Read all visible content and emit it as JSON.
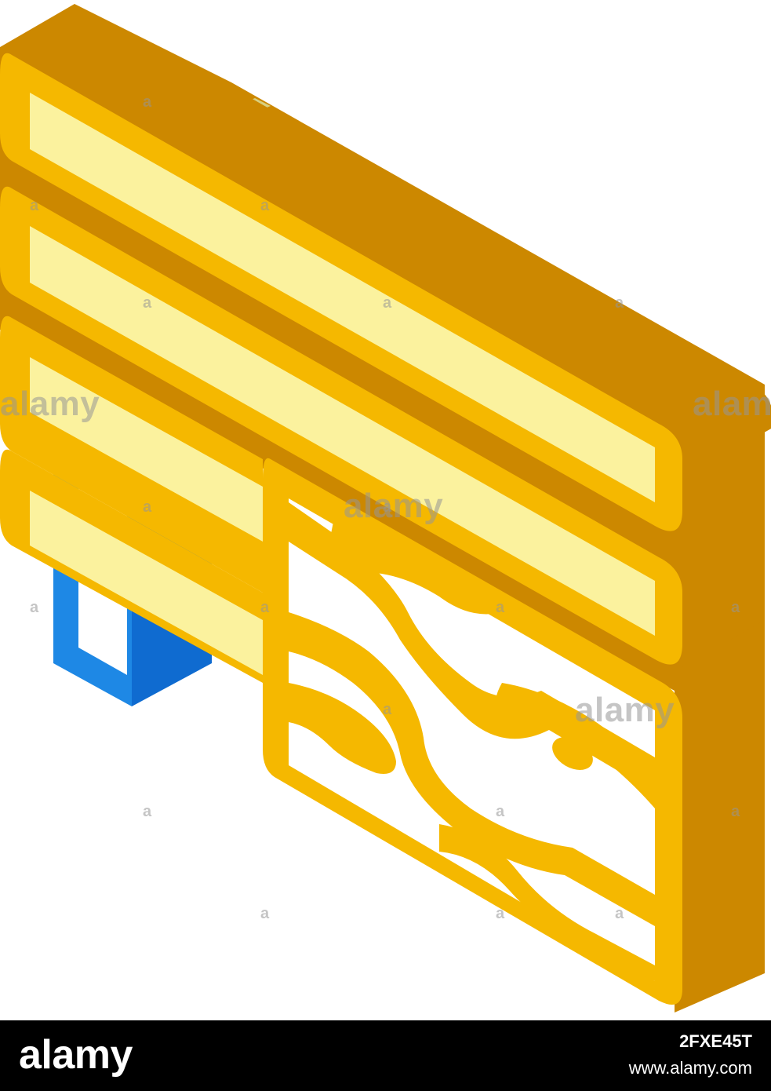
{
  "illustration": {
    "subject": "pallet-board-icon",
    "colors": {
      "board_front": "#F5C21B",
      "board_face": "#FBF29E",
      "board_side": "#CC8800",
      "board_outline": "#F5B800",
      "block_blue": "#1E88E5",
      "block_dark_blue": "#0F6BD0",
      "seam_light": "#D8D080",
      "background": "#FFFFFF"
    }
  },
  "watermark": {
    "text": "alamy",
    "small_text": "a"
  },
  "footer": {
    "logo": "alamy",
    "image_id": "2FXE45T",
    "url": "www.alamy.com",
    "background": "#000000"
  }
}
